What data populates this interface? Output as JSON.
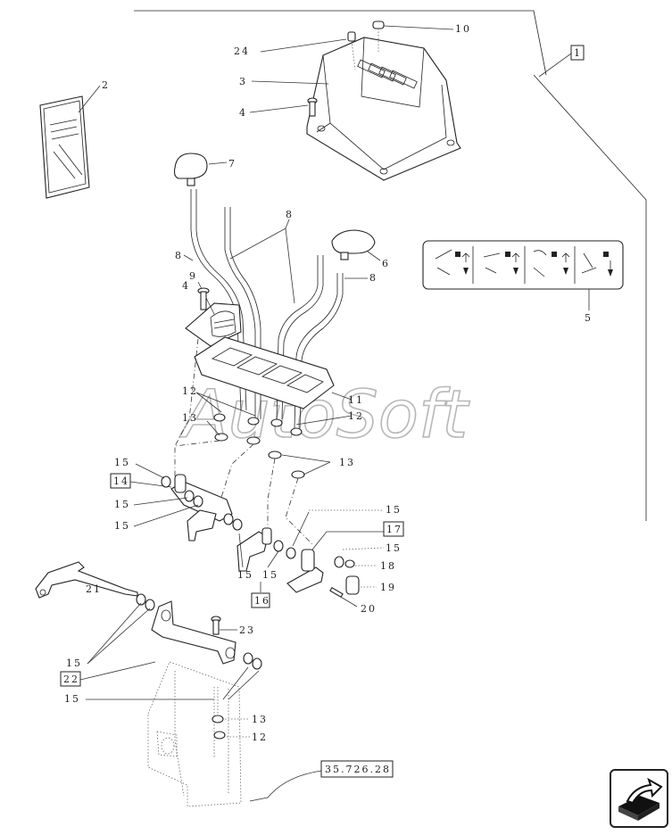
{
  "watermark": "AutoSoft",
  "reference_label": "35.726.28",
  "boxed_callouts": [
    "1",
    "14",
    "16",
    "17",
    "22"
  ],
  "callouts": {
    "c2": "2",
    "c3": "3",
    "c4a": "4",
    "c10": "10",
    "c24": "24",
    "c7": "7",
    "c8a": "8",
    "c8b": "8",
    "c8c": "8",
    "c6": "6",
    "c9": "9",
    "c4b": "4",
    "c5": "5",
    "c11": "11",
    "c12a": "12",
    "c12b": "12",
    "c13a": "13",
    "c13b": "13",
    "c15a": "15",
    "c15b": "15",
    "c15c": "15",
    "c15d": "15",
    "c15e": "15",
    "c15f": "15",
    "c15g": "15",
    "c15h": "15",
    "c15i": "15",
    "c18": "18",
    "c19": "19",
    "c20": "20",
    "c21": "21",
    "c23": "23",
    "c13c": "13",
    "c12c": "12"
  },
  "icons": [
    "decal-control-symbols",
    "navigation-arrow-icon"
  ]
}
